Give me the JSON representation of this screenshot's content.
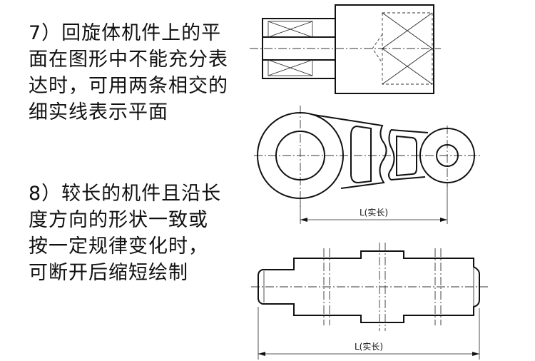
{
  "rule7": {
    "lines": [
      "7）回旋体机件上的平",
      "面在图形中不能充分表",
      "达时，可用两条相交的",
      "细实线表示平面"
    ]
  },
  "rule8": {
    "lines": [
      "8）较长的机件且沿长",
      "度方向的形状一致或",
      "按一定规律变化时，",
      "可断开后缩短绘制"
    ]
  },
  "drawings": {
    "lug_dimension_label": "L(实长)",
    "shaft_dimension_label": "L(实长)"
  }
}
